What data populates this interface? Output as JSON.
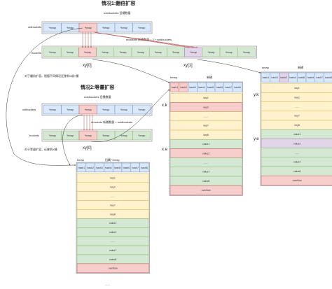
{
  "titles": {
    "case1": "情况1:翻倍扩容",
    "case2": "情况2:等量扩容"
  },
  "labels": {
    "oldbuckets": "oldbuckets",
    "buckets": "buckets",
    "old_count": "noldbuckets 旧桶数量",
    "new_count_case1": "nbuckets 新桶数量 = 2 * noldbuckets",
    "new_count_case2": "nbuckets 新桶数量 = noldbuckets",
    "xy0": "xy[0]",
    "xy1": "xy[1]",
    "note_case1": "对于翻倍扩容，根据不同情况迁移到X或Y桶",
    "note_case2": "对于等量扩容，迁移到X桶",
    "bmap": "bmap",
    "xk": "x.k",
    "xe": "x.e",
    "yk": "y.k",
    "ye": "y.e",
    "new_bucket": "新桶",
    "old_bucket": "旧桶 *bmap",
    "ellipsis": "......"
  },
  "cells": {
    "bmap": "*bmap",
    "hash_row": [
      "hash1",
      "hash2",
      "hash3",
      "hash4",
      "hash5",
      "hash6",
      "hash7",
      "hash8"
    ],
    "keys": [
      "key1",
      "key2",
      "......",
      "key7",
      "key8"
    ],
    "values": [
      "value1",
      "value2",
      "......",
      "value7",
      "value8"
    ],
    "overflow": "overflow",
    "dots": "......"
  }
}
